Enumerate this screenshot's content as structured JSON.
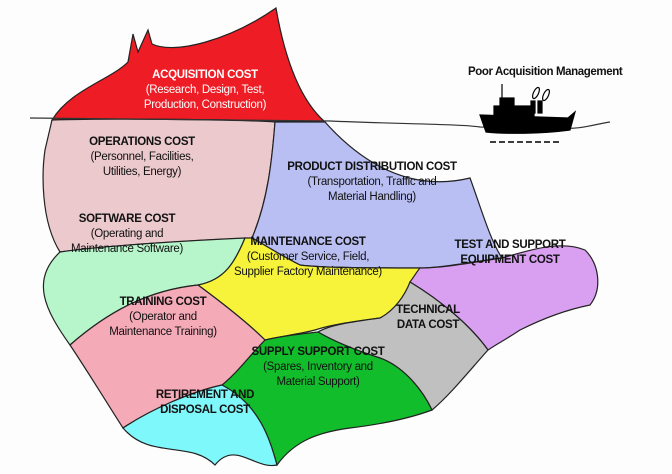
{
  "ship": {
    "label": "Poor Acquisition Management"
  },
  "regions": {
    "acquisition": {
      "title": "ACQUISITION COST",
      "lines": [
        "(Research, Design, Test,",
        "Production, Construction)"
      ],
      "color": "#ee1c24"
    },
    "operations": {
      "title": "OPERATIONS COST",
      "lines": [
        "(Personnel, Facilities,",
        "Utilities, Energy)"
      ],
      "color": "#ebc9cd"
    },
    "product_distribution": {
      "title": "PRODUCT DISTRIBUTION COST",
      "lines": [
        "(Transportation, Traffic and",
        "Material Handling)"
      ],
      "color": "#b9bff2"
    },
    "software": {
      "title": "SOFTWARE COST",
      "lines": [
        "(Operating and",
        "Maintenance Software)"
      ],
      "color": "#b7f6cb"
    },
    "maintenance": {
      "title": "MAINTENANCE COST",
      "lines": [
        "(Customer Service, Field,",
        "Supplier Factory Maintenance)"
      ],
      "color": "#f6f33a"
    },
    "test_support": {
      "title_lines": [
        "TEST AND SUPPORT",
        "EQUIPMENT COST"
      ],
      "color": "#d9a0f2"
    },
    "training": {
      "title": "TRAINING COST",
      "lines": [
        "(Operator and",
        "Maintenance Training)"
      ],
      "color": "#f5aab8"
    },
    "technical": {
      "title_lines": [
        "TECHNICAL",
        "DATA COST"
      ],
      "color": "#c0c0c0"
    },
    "supply": {
      "title": "SUPPLY SUPPORT COST",
      "lines": [
        "(Spares, Inventory and",
        "Material Support)"
      ],
      "color": "#12bd2c"
    },
    "retirement": {
      "title_lines": [
        "RETIREMENT AND",
        "DISPOSAL COST"
      ],
      "color": "#7ff8fb"
    }
  }
}
